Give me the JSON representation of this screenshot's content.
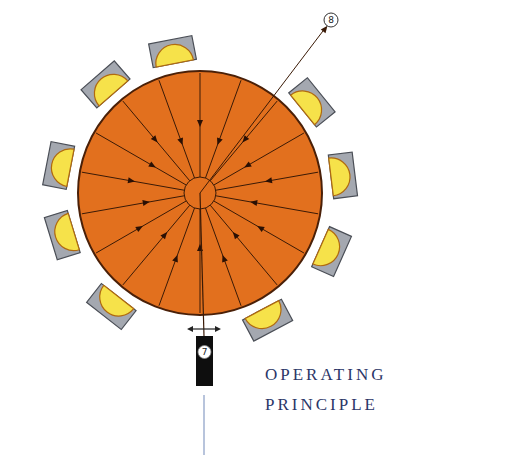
{
  "diagram": {
    "title": "OPERATING PRINCIPLE",
    "labels": [
      "8",
      "7"
    ]
  }
}
